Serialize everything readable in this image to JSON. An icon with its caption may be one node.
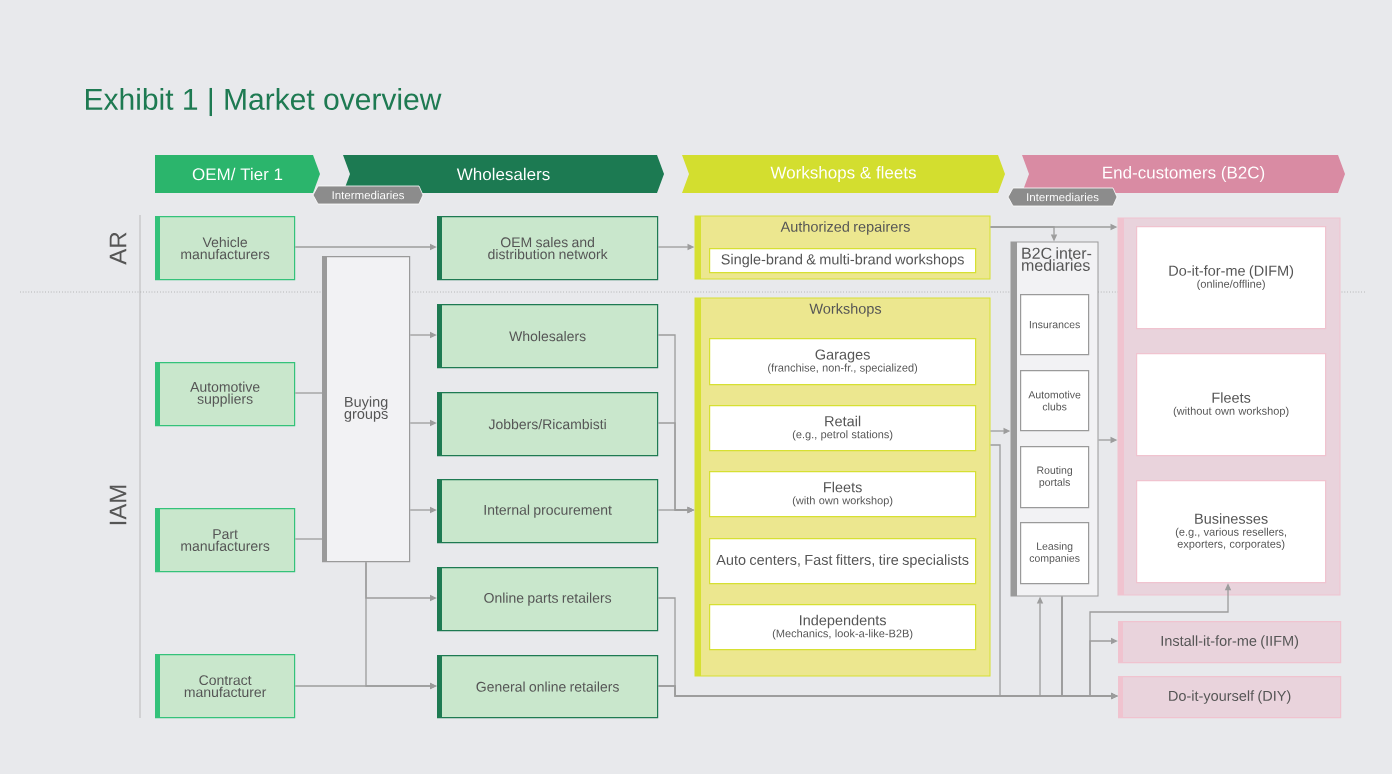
{
  "diagram": {
    "title": "Exhibit 1 | Market overview",
    "nodes": [
      {
        "text": [
          "OEM/ Tier 1"
        ]
      },
      {
        "text": [
          "Wholesalers"
        ]
      },
      {
        "text": [
          "Workshops & fleets"
        ]
      },
      {
        "text": [
          "End-customers (B2C)"
        ]
      },
      {
        "text": [
          "Intermediaries"
        ]
      },
      {
        "text": [
          "Intermediaries"
        ]
      },
      {
        "text": [
          "Vehicle manufacturers"
        ]
      },
      {
        "text": [
          "Automotive suppliers"
        ]
      },
      {
        "text": [
          "Part manufacturers"
        ]
      },
      {
        "text": [
          "Contract manufacturer"
        ]
      },
      {
        "text": [
          "Buying groups"
        ]
      },
      {
        "text": [
          "OEM sales and distribution network"
        ]
      },
      {
        "text": [
          "Wholesalers"
        ]
      },
      {
        "text": [
          "Jobbers/Ricambisti"
        ]
      },
      {
        "text": [
          "Internal procurement"
        ]
      },
      {
        "text": [
          "Online parts retailers"
        ]
      },
      {
        "text": [
          "General online retailers"
        ]
      },
      {
        "text": [
          "Authorized repairers"
        ]
      },
      {
        "text": [
          "Single-brand & multi-brand workshops"
        ],
        "in": 17
      },
      {
        "text": [
          "Workshops"
        ]
      },
      {
        "text": [
          "Garages",
          "(franchise, non-fr., specialized)"
        ],
        "in": 19
      },
      {
        "text": [
          "Retail",
          "(e.g., petrol stations)"
        ],
        "in": 19
      },
      {
        "text": [
          "Fleets",
          "(with own workshop)"
        ],
        "in": 19
      },
      {
        "text": [
          "Auto centers, Fast fitters, tire specialists"
        ],
        "in": 19
      },
      {
        "text": [
          "Independents",
          "(Mechanics, look-a-like-B2B)"
        ],
        "in": 19
      },
      {
        "text": [
          "B2C inter- mediaries"
        ]
      },
      {
        "text": [
          "Insurances"
        ],
        "in": 25
      },
      {
        "text": [
          "Automotive clubs"
        ],
        "in": 25
      },
      {
        "text": [
          "Routing portals"
        ],
        "in": 25
      },
      {
        "text": [
          "Leasing companies"
        ],
        "in": 25
      },
      {
        "text": [],
        "shape": "box"
      },
      {
        "text": [
          "Do-it-for-me (DIFM)",
          "(online/offline)"
        ],
        "in": 30
      },
      {
        "text": [
          "Fleets",
          "(without own workshop)"
        ],
        "in": 30
      },
      {
        "text": [
          "Businesses",
          "(e.g., various resellers, exporters, corporates)"
        ],
        "in": 30
      },
      {
        "text": [
          "Install-it-for-me (IIFM)"
        ]
      },
      {
        "text": [
          "Do-it-yourself (DIY)"
        ]
      }
    ],
    "edges": [
      {
        "from": 6,
        "to": 11,
        "arrow": "to"
      },
      {
        "from": 7,
        "to": 10,
        "arrow": "none"
      },
      {
        "from": 8,
        "to": 10,
        "arrow": "none"
      },
      {
        "from": 10,
        "to": 12,
        "arrow": "to"
      },
      {
        "from": 10,
        "to": 13,
        "arrow": "to"
      },
      {
        "from": 10,
        "to": 14,
        "arrow": "to"
      },
      {
        "from": 10,
        "to": 15,
        "arrow": "to"
      },
      {
        "from": 9,
        "to": 16,
        "arrow": "to"
      },
      {
        "from": 10,
        "to": 16,
        "arrow": "to"
      },
      {
        "from": 11,
        "to": 17,
        "arrow": "to"
      },
      {
        "from": 12,
        "to": 19,
        "arrow": "to"
      },
      {
        "from": 13,
        "to": 19,
        "arrow": "to"
      },
      {
        "from": 14,
        "to": 19,
        "arrow": "to"
      },
      {
        "from": 15,
        "to": 35,
        "arrow": "to"
      },
      {
        "from": 16,
        "to": 35,
        "arrow": "to"
      },
      {
        "from": 17,
        "to": 30,
        "arrow": "to"
      },
      {
        "from": 17,
        "to": 25,
        "arrow": "to"
      },
      {
        "from": 19,
        "to": 25,
        "arrow": "to"
      },
      {
        "from": 25,
        "to": 30,
        "arrow": "to"
      },
      {
        "from": 19,
        "to": 35,
        "arrow": "to"
      },
      {
        "from": 16,
        "to": 25,
        "arrow": "to"
      },
      {
        "from": 25,
        "to": 35,
        "arrow": "to"
      },
      {
        "from": 25,
        "to": 34,
        "arrow": "to"
      },
      {
        "from": 25,
        "to": 33,
        "arrow": "to"
      }
    ],
    "labels": [
      "AR",
      "IAM"
    ]
  }
}
